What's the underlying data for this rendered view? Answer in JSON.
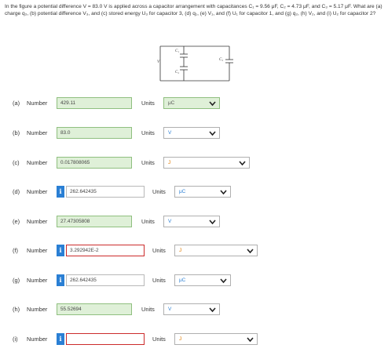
{
  "problem": {
    "text": "In the figure a potential difference V = 83.0 V is applied across a capacitor arrangement with capacitances C₁ = 9.56 μF, C₂ = 4.73 μF, and C₃ = 5.17 μF. What are (a) charge q₃, (b) potential difference V₃, and (c) stored energy U₃ for capacitor 3, (d) q₁, (e) V₁, and (f) U₁ for capacitor 1, and (g) q₂, (h) V₂, and (i) U₂ for capacitor 2?"
  },
  "circuit": {
    "v_label": "V",
    "c1_label": "C₁",
    "c2_label": "C₂",
    "c3_label": "C₃"
  },
  "colors": {
    "correct_bg": "#dff0d8",
    "error_border": "#cc2b2b",
    "info_blue": "#2a7fd4",
    "unit_orange": "#e07b00"
  },
  "rows": [
    {
      "part": "(a)",
      "label": "Number",
      "value": "429.11",
      "state": "correct",
      "units_label": "Units",
      "unit": "μC",
      "unit_state": "correct",
      "info_icon": "none"
    },
    {
      "part": "(b)",
      "label": "Number",
      "value": "83.0",
      "state": "correct",
      "units_label": "Units",
      "unit": "V",
      "unit_state": "plain",
      "info_icon": "none"
    },
    {
      "part": "(c)",
      "label": "Number",
      "value": "0.017808065",
      "state": "correct",
      "units_label": "Units",
      "unit": "J",
      "unit_state": "plain",
      "info_icon": "none"
    },
    {
      "part": "(d)",
      "label": "Number",
      "value": "262.642435",
      "state": "plain",
      "units_label": "Units",
      "unit": "μC",
      "unit_state": "plain",
      "info_icon": "info-icon"
    },
    {
      "part": "(e)",
      "label": "Number",
      "value": "27.47305808",
      "state": "correct",
      "units_label": "Units",
      "unit": "V",
      "unit_state": "plain",
      "info_icon": "none"
    },
    {
      "part": "(f)",
      "label": "Number",
      "value": "3.292942E-2",
      "state": "error",
      "units_label": "Units",
      "unit": "J",
      "unit_state": "plain",
      "info_icon": "info-icon"
    },
    {
      "part": "(g)",
      "label": "Number",
      "value": "262.642435",
      "state": "plain",
      "units_label": "Units",
      "unit": "μC",
      "unit_state": "plain",
      "info_icon": "info-icon"
    },
    {
      "part": "(h)",
      "label": "Number",
      "value": "55.52694",
      "state": "correct",
      "units_label": "Units",
      "unit": "V",
      "unit_state": "plain",
      "info_icon": "none"
    },
    {
      "part": "(i)",
      "label": "Number",
      "value": "",
      "state": "error",
      "units_label": "Units",
      "unit": "J",
      "unit_state": "plain",
      "info_icon": "info-icon"
    }
  ]
}
